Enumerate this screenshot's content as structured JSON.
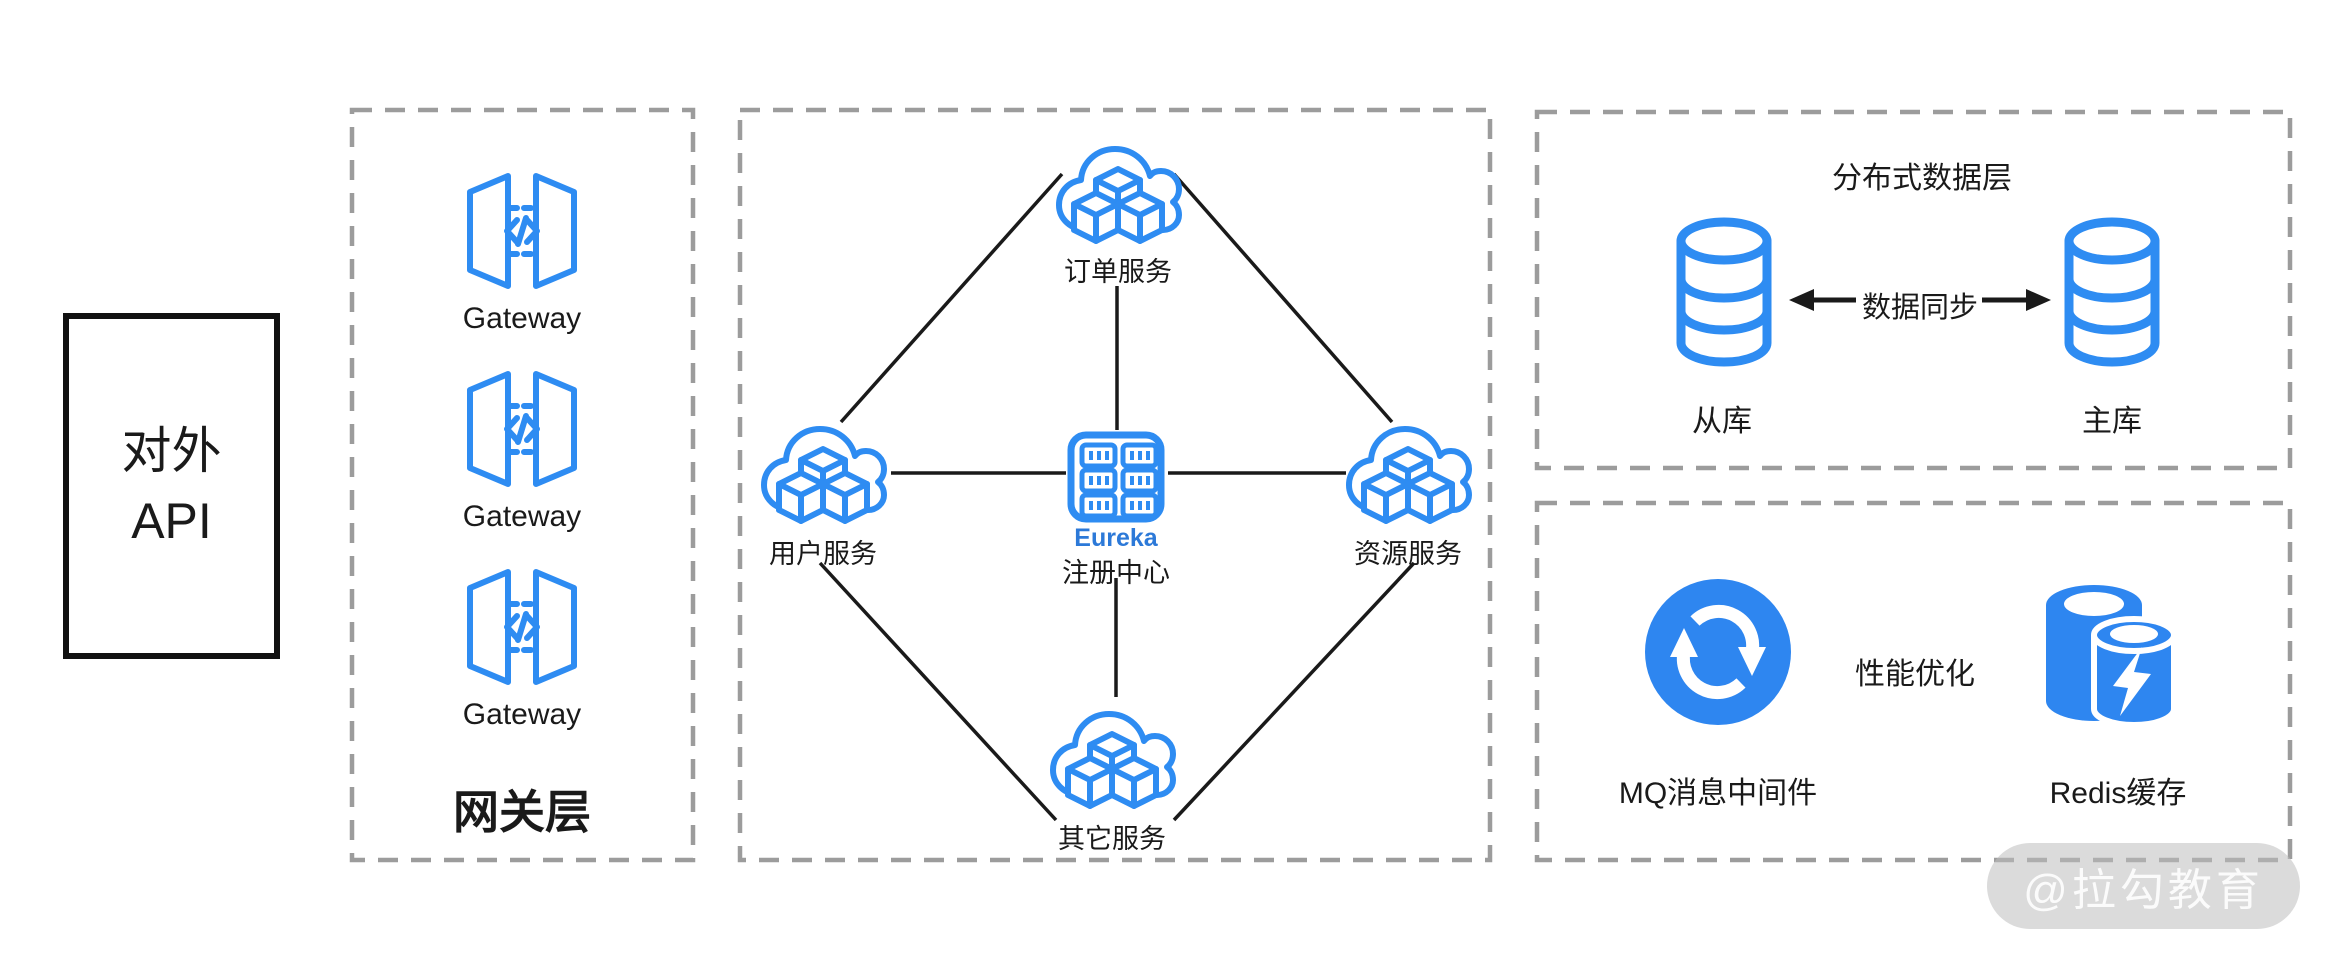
{
  "external_api": {
    "label": "对外\nAPI"
  },
  "gateway_layer": {
    "title": "网关层",
    "items": [
      {
        "label": "Gateway"
      },
      {
        "label": "Gateway"
      },
      {
        "label": "Gateway"
      }
    ]
  },
  "services": {
    "order": "订单服务",
    "user": "用户服务",
    "resource": "资源服务",
    "other": "其它服务",
    "registry": {
      "name": "Eureka",
      "label": "注册中心"
    }
  },
  "data_layer": {
    "title": "分布式数据层",
    "slave": "从库",
    "master": "主库",
    "sync_label": "数据同步"
  },
  "performance": {
    "mq": "MQ消息中间件",
    "title": "性能优化",
    "redis": "Redis缓存"
  },
  "watermark": "@拉勾教育",
  "colors": {
    "icon_blue": "#2E8CF2",
    "solid_blue": "#2E86F0",
    "eureka_text": "#2C79D8",
    "line_black": "#1A1A1A",
    "dash_gray": "#9C9C9C"
  }
}
